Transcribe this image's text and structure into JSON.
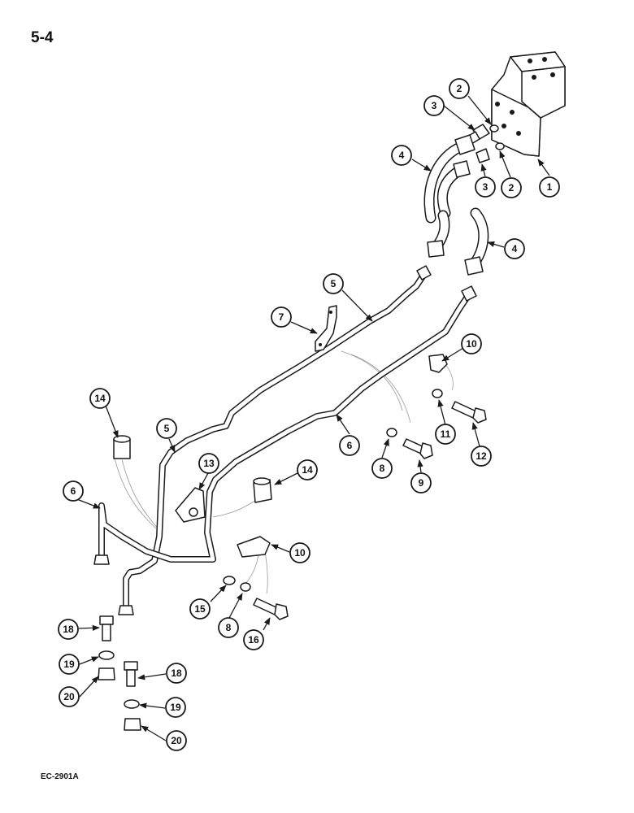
{
  "page_number": "5-4",
  "figure_code": "EC-2901A",
  "callouts": [
    "1",
    "2",
    "3",
    "4",
    "5",
    "6",
    "7",
    "8",
    "9",
    "10",
    "11",
    "12",
    "13",
    "14",
    "15",
    "16",
    "18",
    "19",
    "20"
  ],
  "colors": {
    "line": "#1a1a1a",
    "background": "#ffffff"
  }
}
